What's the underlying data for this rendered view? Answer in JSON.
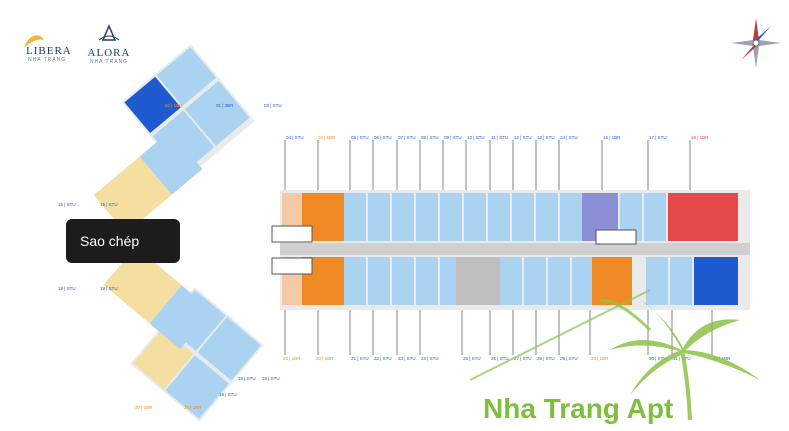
{
  "logos": {
    "libera": {
      "name": "LIBERA",
      "sub": "NHA TRANG"
    },
    "alora": {
      "name": "ALORA",
      "sub": "NHA TRANG"
    }
  },
  "tooltip": {
    "label": "Sao chép"
  },
  "watermark": {
    "text": "Nha Trang Apt"
  },
  "compass": {
    "icon": "compass-rose-icon"
  },
  "colors": {
    "studio": "#a9d3f0",
    "one_br": "#f08a24",
    "two_br": "#f2a6a6",
    "three_br": "#1e5bd1",
    "red_unit": "#e54a4a",
    "purple_unit": "#8d8fd6",
    "yellow_unit": "#f5dfa0",
    "corridor": "#d9d9d9",
    "palm": "#8bc34a"
  },
  "unit_labels_top": [
    "01 | 3BR",
    "02 | 1BR",
    "03 | STU",
    "04 | STU",
    "05 | STU",
    "06 | STU",
    "07 | STU",
    "08 | STU",
    "09 | STU",
    "10 | STU",
    "11 | STU",
    "12 | STU",
    "13 | STU",
    "14 | STU",
    "15 | STU",
    "16 | 1BR",
    "17 | STU",
    "18 | 1BR"
  ],
  "unit_labels_bottom": [
    "19 | STU",
    "20 | 1BR",
    "21 | STU",
    "22 | STU",
    "23 | STU",
    "24 | STU",
    "25 | STU",
    "26 | STU",
    "27 | STU",
    "28 | STU",
    "29 | STU",
    "30 | STU",
    "31 | STU",
    "32 | 1BR",
    "33 | 1BR"
  ]
}
